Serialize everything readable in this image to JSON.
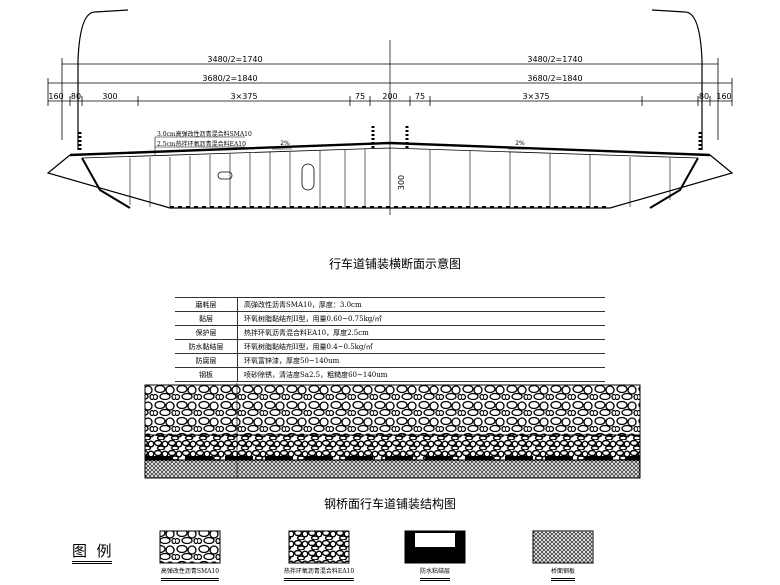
{
  "cross_section": {
    "dims": {
      "half_width_1": "3480/2=1740",
      "half_width_2": "3680/2=1840",
      "left": [
        "160",
        "80",
        "300",
        "3×375",
        "75",
        "200"
      ],
      "right": [
        "75",
        "3×375",
        "80",
        "160"
      ],
      "depth": "300",
      "slope_left": "2%",
      "slope_right": "2%"
    },
    "notes": [
      "3.0cm高弹改性沥青混合料SMA10",
      "2.5cm热拌环氧沥青混合料EA10"
    ],
    "title": "行车道铺装横断面示意图"
  },
  "layers_table": [
    {
      "name": "磨耗层",
      "desc": "高弹改性沥青SMA10，厚度：3.0cm"
    },
    {
      "name": "黏层",
      "desc": "环氧树脂黏结剂II型，用量0.60~0.75kg/㎡"
    },
    {
      "name": "保护层",
      "desc": "热拌环氧沥青混合料EA10，厚度2.5cm"
    },
    {
      "name": "防水黏结层",
      "desc": "环氧树脂黏结剂II型，用量0.4~0.5kg/㎡"
    },
    {
      "name": "防腐层",
      "desc": "环氧富锌漆，厚度50~140um"
    },
    {
      "name": "钢板",
      "desc": "喷砂除锈，清洁度Sa2.5，粗糙度60~140um"
    }
  ],
  "structure_title": "钢桥面行车道铺装结构图",
  "legend": {
    "title": "图  例",
    "items": [
      "高弹改性沥青SMA10",
      "热拌环氧沥青混合料EA10",
      "防水粘结层",
      "桥面钢板"
    ]
  }
}
